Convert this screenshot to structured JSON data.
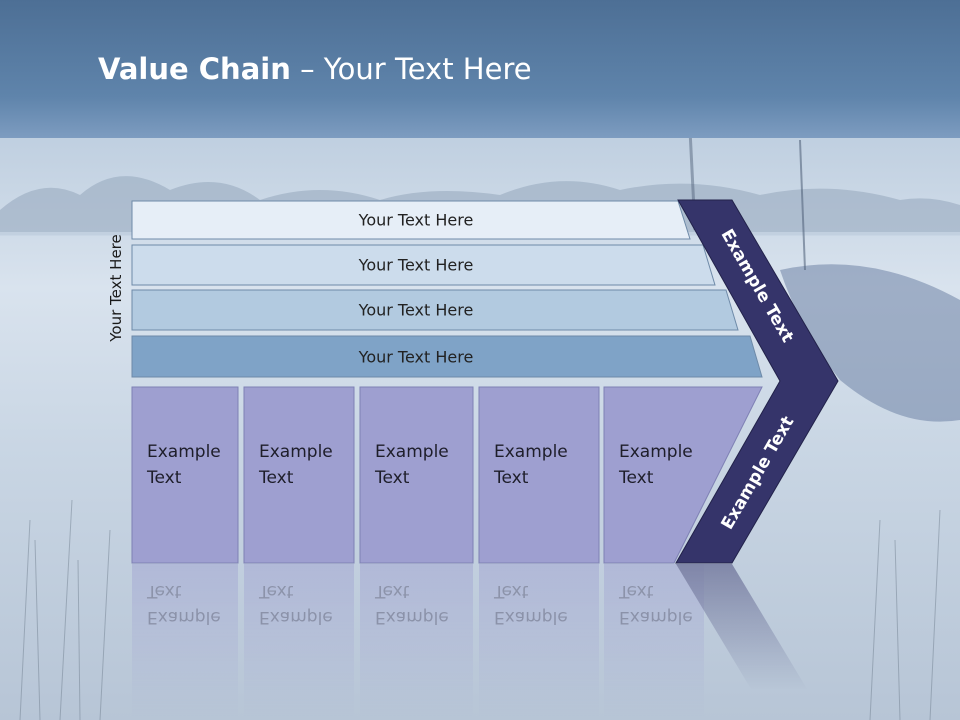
{
  "slide": {
    "title_bold": "Value Chain",
    "title_rest": " – Your Text Here",
    "side_label": "Your Text Here"
  },
  "bars": [
    {
      "label": "Your Text Here",
      "fill": "#e6eef7"
    },
    {
      "label": "Your Text Here",
      "fill": "#ccdcec"
    },
    {
      "label": "Your Text Here",
      "fill": "#b2cae0"
    },
    {
      "label": "Your Text Here",
      "fill": "#7fa3c7"
    }
  ],
  "activities": [
    {
      "line1": "Example",
      "line2": "Text"
    },
    {
      "line1": "Example",
      "line2": "Text"
    },
    {
      "line1": "Example",
      "line2": "Text"
    },
    {
      "line1": "Example",
      "line2": "Text"
    },
    {
      "line1": "Example",
      "line2": "Text"
    }
  ],
  "chevron": {
    "upper_label": "Example Text",
    "lower_label": "Example Text",
    "fill": "#35346a"
  },
  "colors": {
    "activity_fill": "#9e9fd0",
    "banner": "#5f84ab"
  }
}
